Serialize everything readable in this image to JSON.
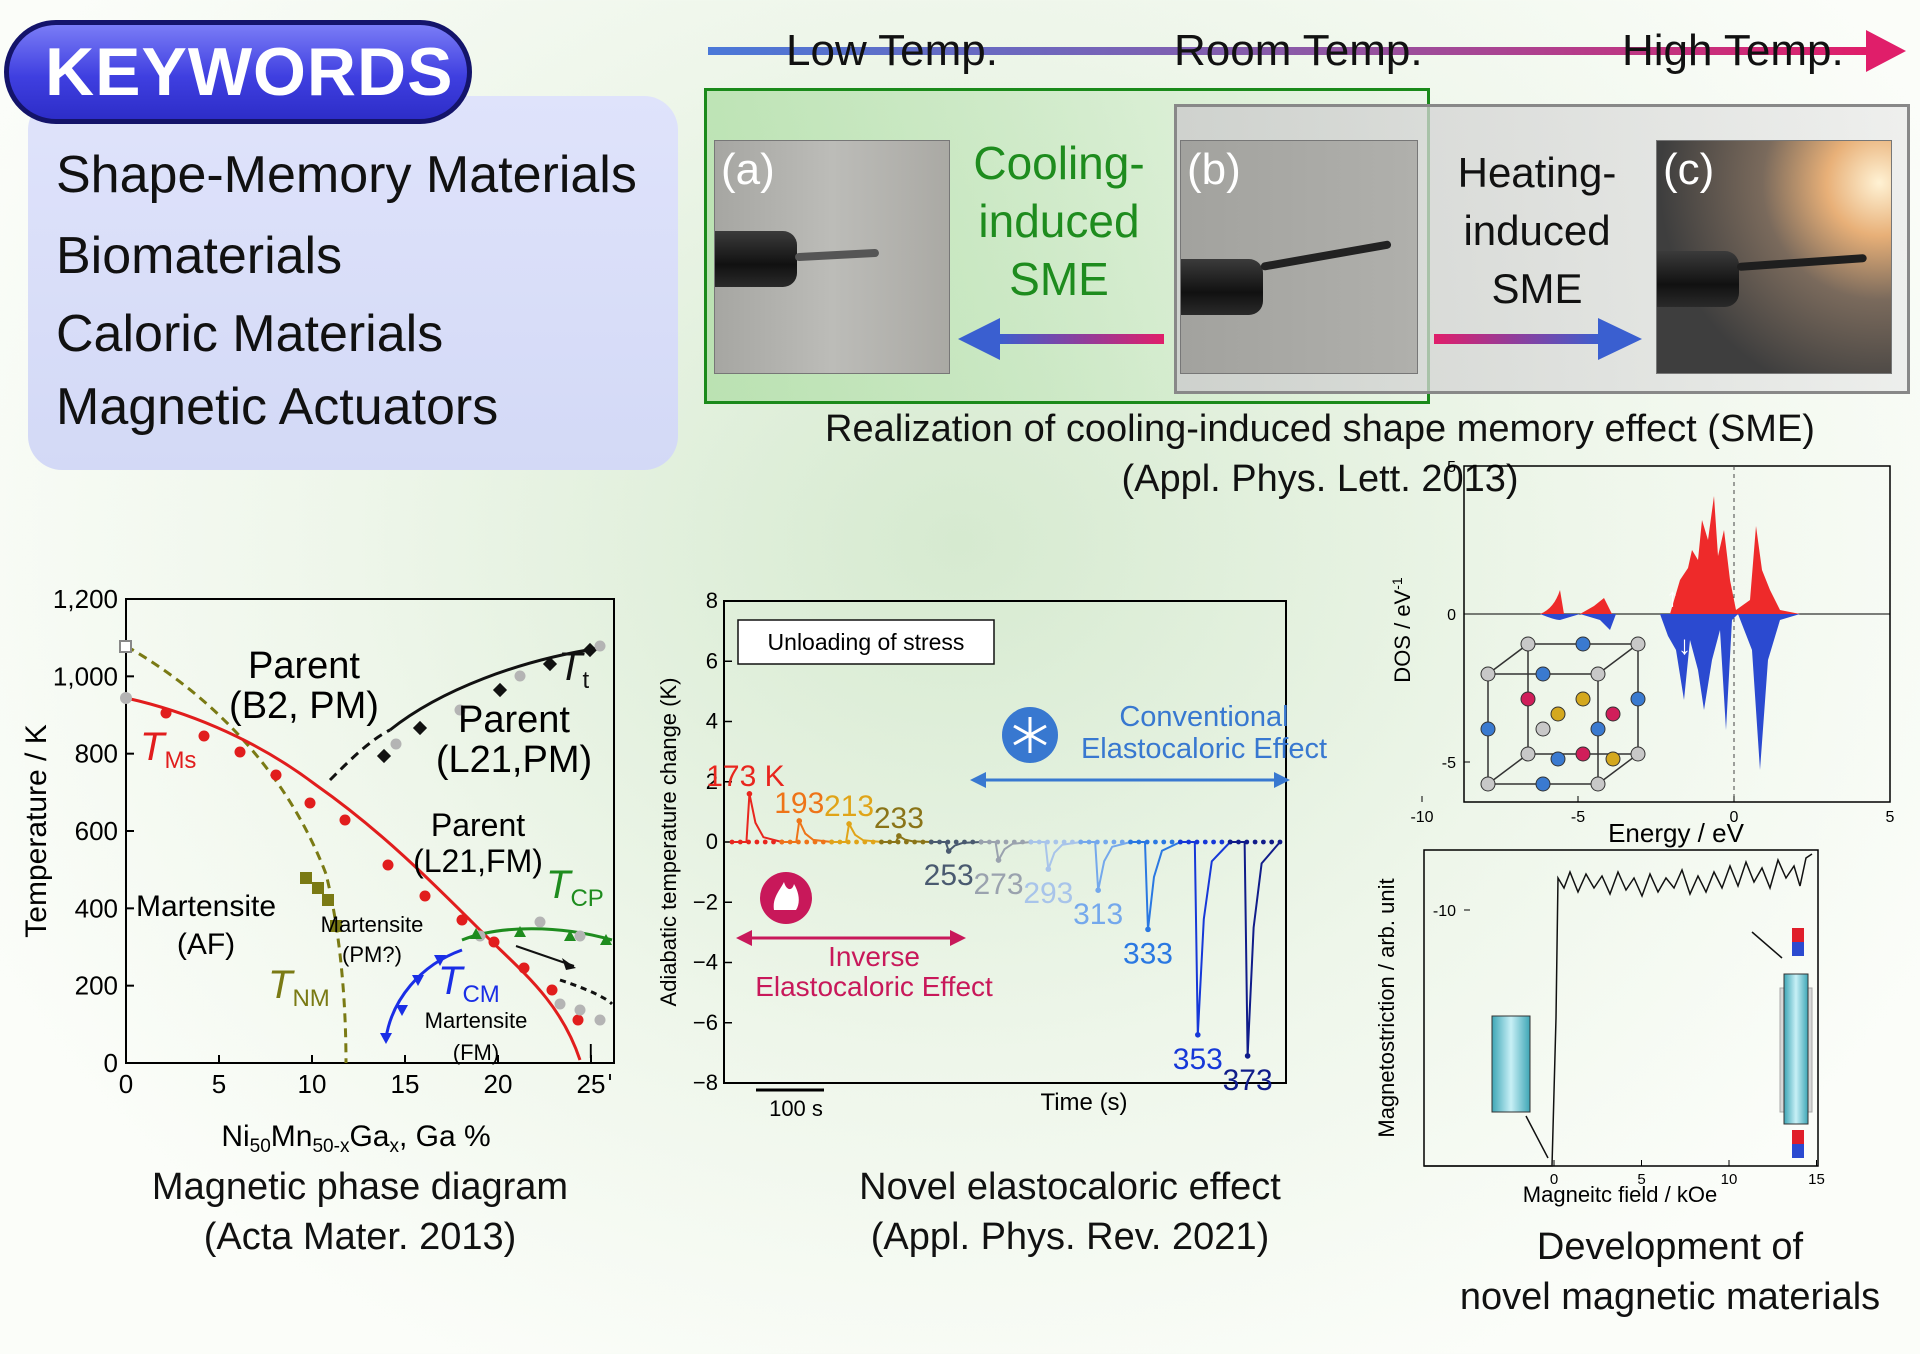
{
  "keywords": {
    "title": "KEYWORDS",
    "items": [
      "Shape-Memory Materials",
      "Biomaterials",
      "Caloric Materials",
      "Magnetic Actuators"
    ]
  },
  "temperature_bar": {
    "low": "Low Temp.",
    "room": "Room Temp.",
    "high": "High Temp."
  },
  "sme": {
    "panel_a": "(a)",
    "panel_b": "(b)",
    "panel_c": "(c)",
    "cooling": [
      "Cooling-",
      "induced",
      "SME"
    ],
    "heating": [
      "Heating-",
      "induced",
      "SME"
    ],
    "caption": [
      "Realization of cooling-induced shape memory effect (SME)",
      "(Appl. Phys. Lett. 2013)"
    ]
  },
  "phase_diagram": {
    "caption": [
      "Magnetic phase diagram",
      "(Acta Mater. 2013)"
    ],
    "ylabel": "Temperature / K",
    "xlabel": {
      "a": "Ni",
      "a_sub": "50",
      "b": "Mn",
      "b_sub": "50-x",
      "c": "Ga",
      "c_sub": "x",
      "d": ", Ga %"
    },
    "yticks": [
      "0",
      "200",
      "400",
      "600",
      "800",
      "1,000",
      "1,200"
    ],
    "xticks": [
      "0",
      "5",
      "10",
      "15",
      "20",
      "25"
    ],
    "labels": {
      "parent_b2": [
        "Parent",
        "(B2, PM)"
      ],
      "parent_l21_pm": [
        "Parent",
        "(L21,PM)"
      ],
      "parent_l21_fm": [
        "Parent",
        "(L21,FM)"
      ],
      "martensite_af": [
        "Martensite",
        "(AF)"
      ],
      "martensite_pm": [
        "Martensite",
        "(PM?)"
      ],
      "martensite_fm": [
        "Martensite",
        "(FM)"
      ],
      "t_ms": "TMs",
      "t_t": "Tt",
      "t_cp": "TCP",
      "t_nm": "TNM",
      "t_cm": "TCM",
      "roman_i": "I"
    },
    "colors": {
      "tms": "#e11d1d",
      "tt": "#111111",
      "tcp": "#1e8c1e",
      "tnm": "#7a7a14",
      "tcm": "#1a2ee6",
      "gray": "#b4b4b4"
    }
  },
  "elastocaloric": {
    "caption": [
      "Novel elastocaloric effect",
      "(Appl. Phys. Rev. 2021)"
    ],
    "ylabel": "Adiabatic temperature change (K)",
    "xlabel": "Time (s)",
    "scale_label": "100 s",
    "box_label": "Unloading of stress",
    "conventional": [
      "Conventional",
      "Elastocaloric Effect"
    ],
    "inverse": [
      "Inverse",
      "Elastocaloric Effect"
    ],
    "yticks": [
      "8",
      "6",
      "4",
      "2",
      "0",
      "−2",
      "−4",
      "−6",
      "−8"
    ],
    "peaks": [
      {
        "label": "173 K",
        "dT": 1.6,
        "color": "#e8261e"
      },
      {
        "label": "193",
        "dT": 0.7,
        "color": "#ee7418"
      },
      {
        "label": "213",
        "dT": 0.6,
        "color": "#e0a418"
      },
      {
        "label": "233",
        "dT": 0.2,
        "color": "#8a7418"
      },
      {
        "label": "253",
        "dT": -0.3,
        "color": "#4a5a70"
      },
      {
        "label": "273",
        "dT": -0.6,
        "color": "#9aa2ae"
      },
      {
        "label": "293",
        "dT": -0.9,
        "color": "#a8c4ea"
      },
      {
        "label": "313",
        "dT": -1.6,
        "color": "#74a8ec"
      },
      {
        "label": "333",
        "dT": -2.9,
        "color": "#2a78e2"
      },
      {
        "label": "353",
        "dT": -6.4,
        "color": "#1638d8"
      },
      {
        "label": "373",
        "dT": -7.1,
        "color": "#101c8a"
      }
    ]
  },
  "dos": {
    "ylabel": "DOS / eV",
    "ylabel_sup": "-1",
    "xlabel": "Energy / eV",
    "xticks": [
      "-10",
      "-5",
      "0",
      "5"
    ],
    "yticks": [
      "5",
      "0",
      "-5",
      "-10"
    ]
  },
  "magnetostriction": {
    "ylabel": "Magnetostriction / arb. unit",
    "xlabel": "Magneitc field / kOe",
    "xticks": [
      "0",
      "5",
      "10",
      "15"
    ],
    "caption": [
      "Development of",
      "novel magnetic materials"
    ]
  }
}
